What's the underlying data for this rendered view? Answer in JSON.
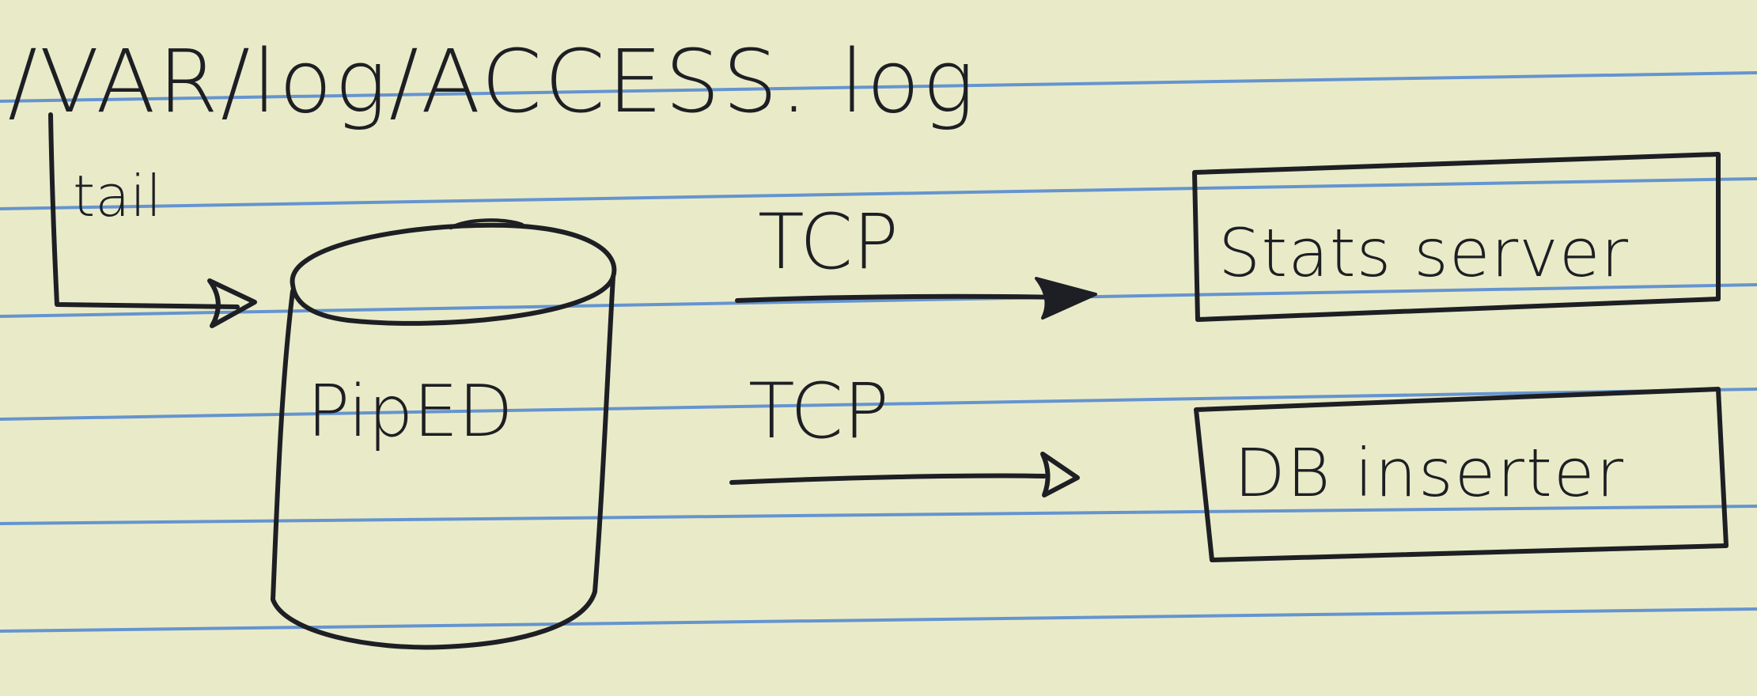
{
  "source_path": "/VAR/log/ACCESS. log",
  "tail_label": "tail",
  "piped_label": "PipED",
  "connections": [
    {
      "label": "TCP",
      "target": "stats"
    },
    {
      "label": "TCP",
      "target": "db"
    }
  ],
  "boxes": {
    "stats": {
      "label": "Stats server"
    },
    "db": {
      "label": "DB inserter"
    }
  },
  "colors": {
    "paper": "#e9ebc8",
    "rule_lines": "#4f86d1",
    "ink": "#1d1f24"
  }
}
